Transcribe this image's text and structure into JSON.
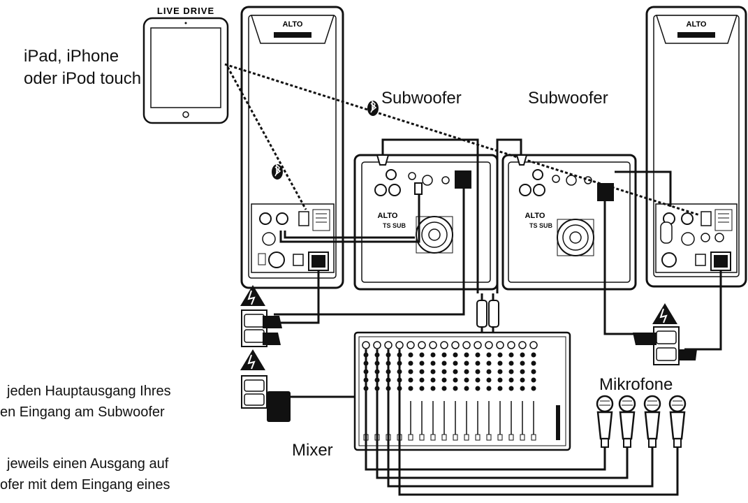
{
  "labels": {
    "ipad_header": "LIVE DRIVE",
    "ipad_caption_line1": "iPad, iPhone",
    "ipad_caption_line2": "oder iPod touch",
    "subwoofer_left": "Subwoofer",
    "subwoofer_right": "Subwoofer",
    "microphones": "Mikrofone",
    "mixer": "Mixer",
    "brand": "ALTO",
    "sub_model": "TS SUB"
  },
  "side_text": [
    "jeden Hauptausgang Ihres",
    "en Eingang am Subwoofer",
    "jeweils einen Ausgang auf",
    "ofer mit dem Eingang eines"
  ],
  "colors": {
    "line": "#111111",
    "panel": "#ffffff",
    "background": "#ffffff"
  },
  "icons": [
    "tablet-icon",
    "bluetooth-icon",
    "power-outlet-icon",
    "warning-bolt-icon",
    "microphone-icon",
    "speaker-icon",
    "subwoofer-icon",
    "mixer-icon"
  ]
}
